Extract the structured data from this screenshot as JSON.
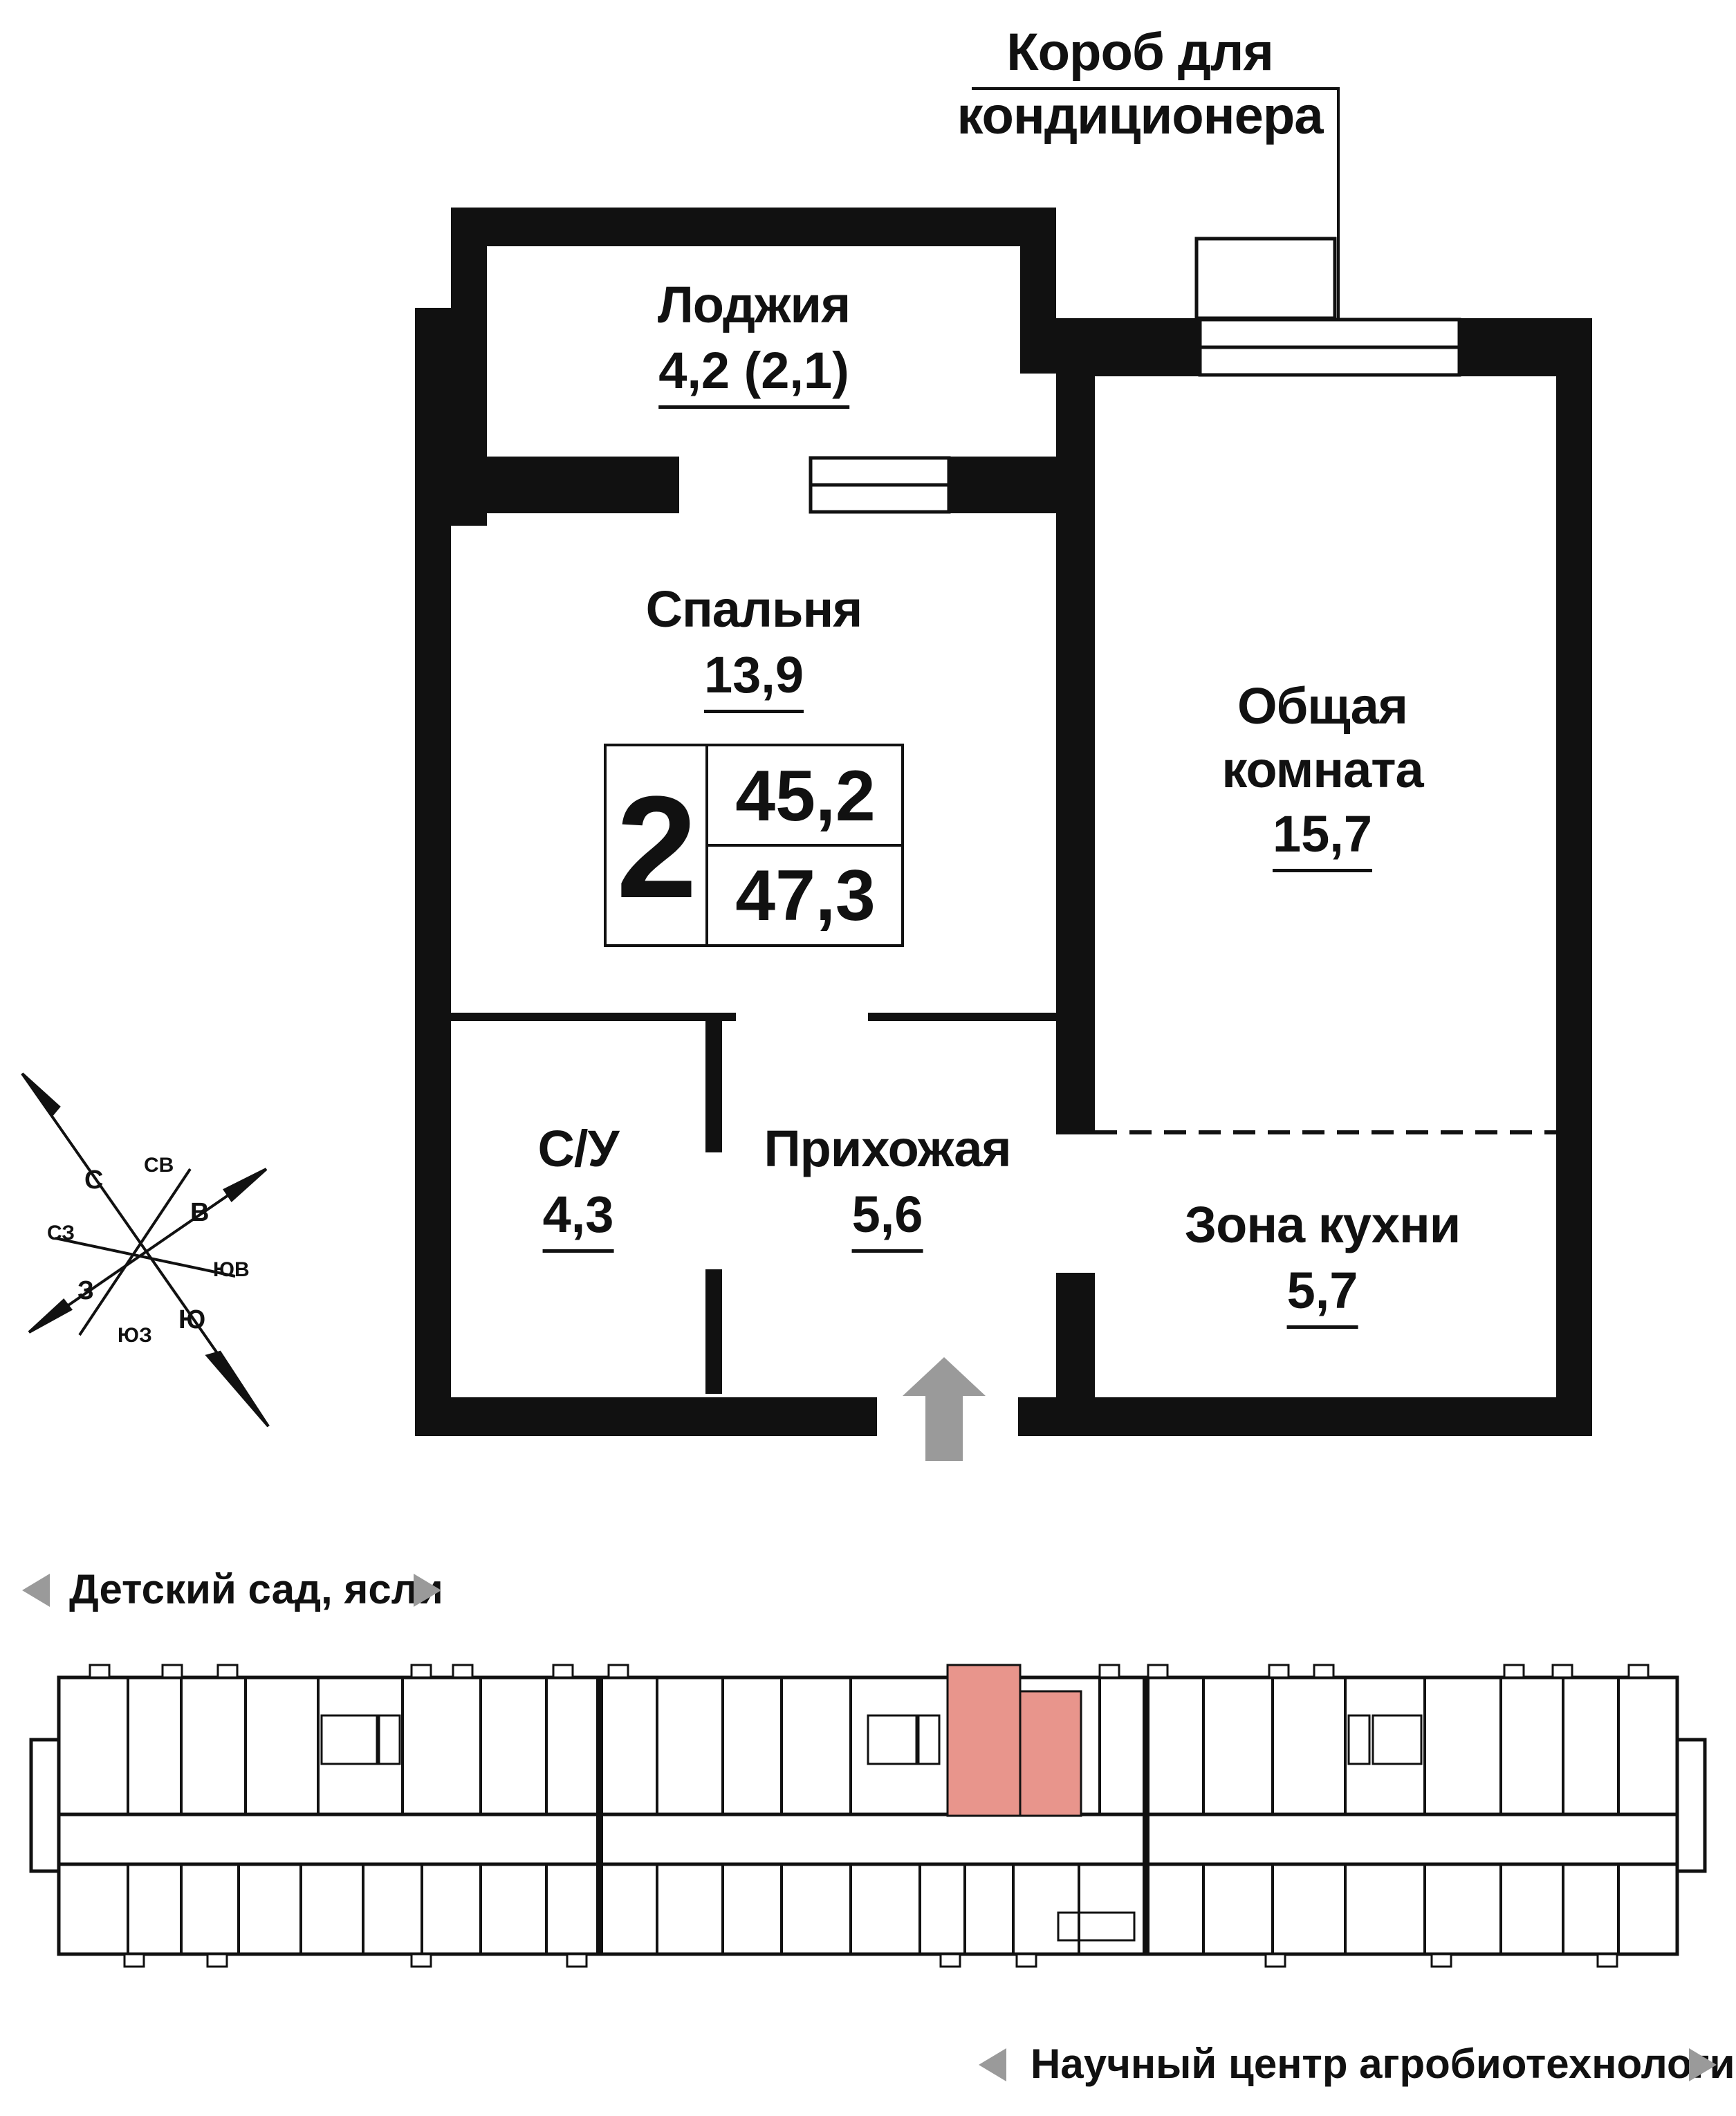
{
  "title": "",
  "rooms": [
    {
      "name": "Лоджия",
      "area": "4,2 (2,1)"
    },
    {
      "name": "Спальня",
      "area": "13,9"
    },
    {
      "name": "Общая комната",
      "area": "15,7"
    },
    {
      "name": "С/У",
      "area": "4,3"
    },
    {
      "name": "Прихожая",
      "area": "5,6"
    },
    {
      "name": "Зона кухни",
      "area": "5,7"
    }
  ],
  "ac_box_label": "Короб для кондиционера",
  "apartment": {
    "rooms_count": "2",
    "living_area": "45,2",
    "total_area": "47,3"
  },
  "compass": {
    "n": "С",
    "ne": "СВ",
    "e": "В",
    "se": "ЮВ",
    "s": "Ю",
    "sw": "ЮЗ",
    "w": "З",
    "nw": "СЗ"
  },
  "surroundings": {
    "top": "Детский сад, ясли",
    "bottom": "Научный центр агробиотехнологий"
  },
  "colors": {
    "wall": "#111111",
    "highlight": "#e8958c",
    "arrow": "#9a9a9a"
  },
  "icons": {
    "entrance": "up-arrow-icon",
    "direction": "triangle-icon"
  }
}
